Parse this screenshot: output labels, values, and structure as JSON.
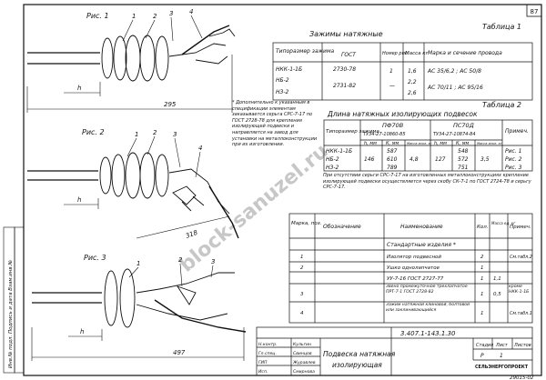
{
  "page_number": "87",
  "figures": {
    "fig1": {
      "label": "Рис. 1",
      "callouts": [
        "1",
        "2",
        "3",
        "4"
      ],
      "h": "h",
      "dim": "295"
    },
    "fig2": {
      "label": "Рис. 2",
      "callouts": [
        "1",
        "2",
        "3",
        "4"
      ],
      "h": "h",
      "dim": "318"
    },
    "fig3": {
      "label": "Рис. 3",
      "callouts": [
        "1",
        "2",
        "3"
      ],
      "h": "h",
      "dim": "497"
    }
  },
  "table1": {
    "title": "Зажимы натяжные",
    "label": "Таблица 1",
    "headers": [
      "Типоразмер зажима",
      "ГОСТ",
      "Номер рис.",
      "Масса кг",
      "Марка и сечение провода"
    ],
    "rows": [
      [
        "НКК-1-1Б",
        "2730-78",
        "1",
        "1,6",
        "АС 35/6,2 ; АС 50/8"
      ],
      [
        "НБ-2",
        "2731-82",
        "—",
        "2,2",
        "АС 70/11 ; АС 95/16"
      ],
      [
        "НЗ-2",
        "",
        "",
        "2,6",
        ""
      ]
    ]
  },
  "note": {
    "text": "* Дополнительно к указанным в спецификации элементам заказывается серьга СРС-7-17 по ГОСТ 2728-78 для крепления изолирующей подвески и направляется на завод для установки на металлоконструкции при их изготовлении.",
    "text2": "При отсутствии серьги СРС-7-17 на изготовленных металлоконструкциях крепление изолирующей подвески осуществляется через скобу СК-7-1 по ГОСТ 2724-78 и серьгу СРС-7-17."
  },
  "table2": {
    "label": "Таблица 2",
    "title": "Длина натяжных изолирующих подвесок",
    "col_type": "Типоразмер зажима",
    "col_remark": "Примеч.",
    "group1": {
      "name": "ПФ70В",
      "tu": "ТУ34-27-10860-85"
    },
    "group2": {
      "name": "ПС70Д",
      "tu": "ТУ34-27-10874-84"
    },
    "subheaders": [
      "h, мм",
      "К, мм",
      "Масса изол. кг"
    ],
    "rows": [
      {
        "type": "НКК-1-1Б",
        "h1": "146",
        "k1": "587",
        "m1": "4,8",
        "h2": "127",
        "k2": "548",
        "m2": "3,5",
        "note": "Рис. 1"
      },
      {
        "type": "НБ-2",
        "h1": "",
        "k1": "610",
        "m1": "",
        "h2": "",
        "k2": "572",
        "m2": "",
        "note": "Рис. 2"
      },
      {
        "type": "НЗ-2",
        "h1": "",
        "k1": "789",
        "m1": "",
        "h2": "",
        "k2": "751",
        "m2": "",
        "note": "Рис. 3"
      }
    ]
  },
  "spec": {
    "headers": [
      "Марка, поз.",
      "Обозначение",
      "Наименование",
      "Кол.",
      "Масса ед. кг",
      "Примеч."
    ],
    "section": "Стандартные изделия *",
    "rows": [
      {
        "pos": "1",
        "code": "",
        "name": "Изолятор подвесной",
        "qty": "2",
        "mass": "",
        "note": "См.табл.2"
      },
      {
        "pos": "2",
        "code": "",
        "name": "Ушко однолапчатое",
        "qty": "1",
        "mass": "",
        "note": ""
      },
      {
        "pos": "",
        "code": "",
        "name": "УУ-7-16 ГОСТ 2727-77",
        "qty": "1",
        "mass": "1,1",
        "note": ""
      },
      {
        "pos": "3",
        "code": "",
        "name": "Звено промежуточное трехлапчатое ПРТ-7-1 ГОСТ 2728-82",
        "qty": "1",
        "mass": "0,5",
        "note": "кроме НКК-1-1Б"
      },
      {
        "pos": "4",
        "code": "",
        "name": "Зажим натяжной клиновой, болтовой или заклинивающийся",
        "qty": "1",
        "mass": "",
        "note": "См.табл.1"
      }
    ]
  },
  "title_block": {
    "doc_code": "3.407.1-143.1.30",
    "sheet_title_line1": "Подвеска натяжная",
    "sheet_title_line2": "изолирующая",
    "stage_header": "Стадия",
    "sheet_header": "Лист",
    "sheets_header": "Листов",
    "stage": "Р",
    "sheet": "1",
    "org": "СЕЛЬЭНЕРГОПРОЕКТ",
    "roles": [
      "Н.контр.",
      "Гл.спец.",
      "ГИП",
      "Исп."
    ],
    "names": [
      "Кульгин",
      "Свинцов",
      "Журавлев",
      "Смирнова"
    ],
    "footer_num": "29015-02"
  },
  "side_stamp": "Инв.№ подл. Подпись и дата Взам.инв.№",
  "watermark": "block-sanuzel.ru"
}
